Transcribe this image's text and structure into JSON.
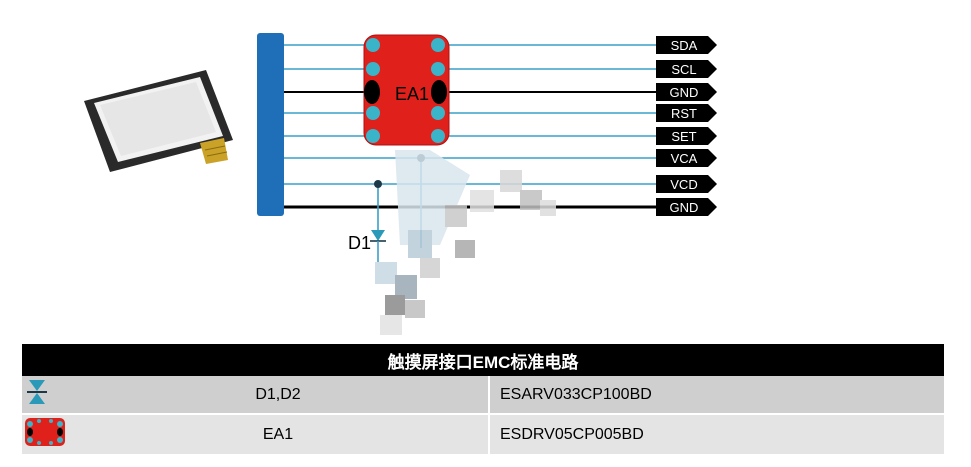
{
  "signals": [
    "SDA",
    "SCL",
    "GND",
    "RST",
    "SET",
    "VCA",
    "VCD",
    "GND"
  ],
  "components": {
    "ea1_label": "EA1",
    "d1_label": "D1"
  },
  "table": {
    "title": "触摸屏接口EMC标准电路",
    "rows": [
      {
        "icon": "tvs-diode-icon",
        "refs": "D1,D2",
        "part": "ESARV033CP100BD"
      },
      {
        "icon": "esd-array-icon",
        "refs": "EA1",
        "part": "ESDRV05CP005BD"
      }
    ]
  },
  "colors": {
    "connector": "#1e6fb8",
    "signal_line": "#3aa0c8",
    "ground_line": "#000000",
    "chip_red": "#e0201b",
    "pad": "#3ab4c8",
    "tag": "#000000",
    "header": "#000000"
  }
}
